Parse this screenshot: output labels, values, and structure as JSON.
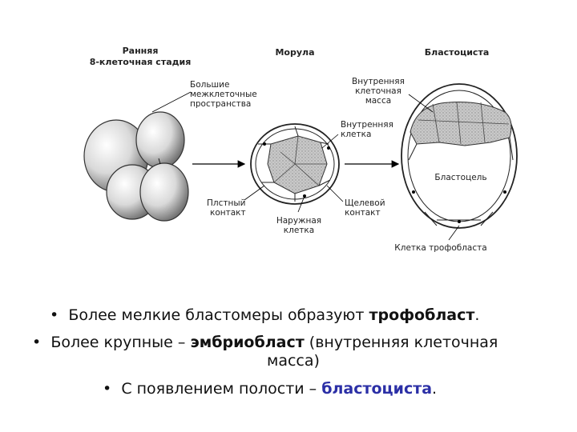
{
  "stages": {
    "early_line1": "Ранняя",
    "early_line2": "8-клеточная стадия",
    "morula": "Морула",
    "blastocyst": "Бластоциста"
  },
  "labels": {
    "large_spaces_1": "Большие",
    "large_spaces_2": "межклеточные",
    "large_spaces_3": "пространства",
    "tight_contact_1": "Плстный",
    "tight_contact_2": "контакт",
    "outer_cell_1": "Наружная",
    "outer_cell_2": "клетка",
    "inner_cell_1": "Внутренняя",
    "inner_cell_2": "клетка",
    "gap_contact_1": "Щелевой",
    "gap_contact_2": "контакт",
    "inner_mass_1": "Внутренняя",
    "inner_mass_2": "клеточная",
    "inner_mass_3": "масса",
    "blastocoel": "Бластоцель",
    "trophoblast_cell": "Клетка трофобласта"
  },
  "bullets": [
    {
      "marker": "•",
      "text": "Более мелкие бластомеры образуют ",
      "bold": "трофобласт",
      "after": "."
    },
    {
      "marker": "•",
      "text": "Более крупные – ",
      "bold": "эмбриобласт",
      "after": " (внутренняя клеточная",
      "line2": "масса)"
    },
    {
      "marker": "•",
      "text": "С появлением полости – ",
      "bold": "бластоциста",
      "after": "."
    }
  ],
  "colors": {
    "accent_blue": "#2b2fa6"
  }
}
